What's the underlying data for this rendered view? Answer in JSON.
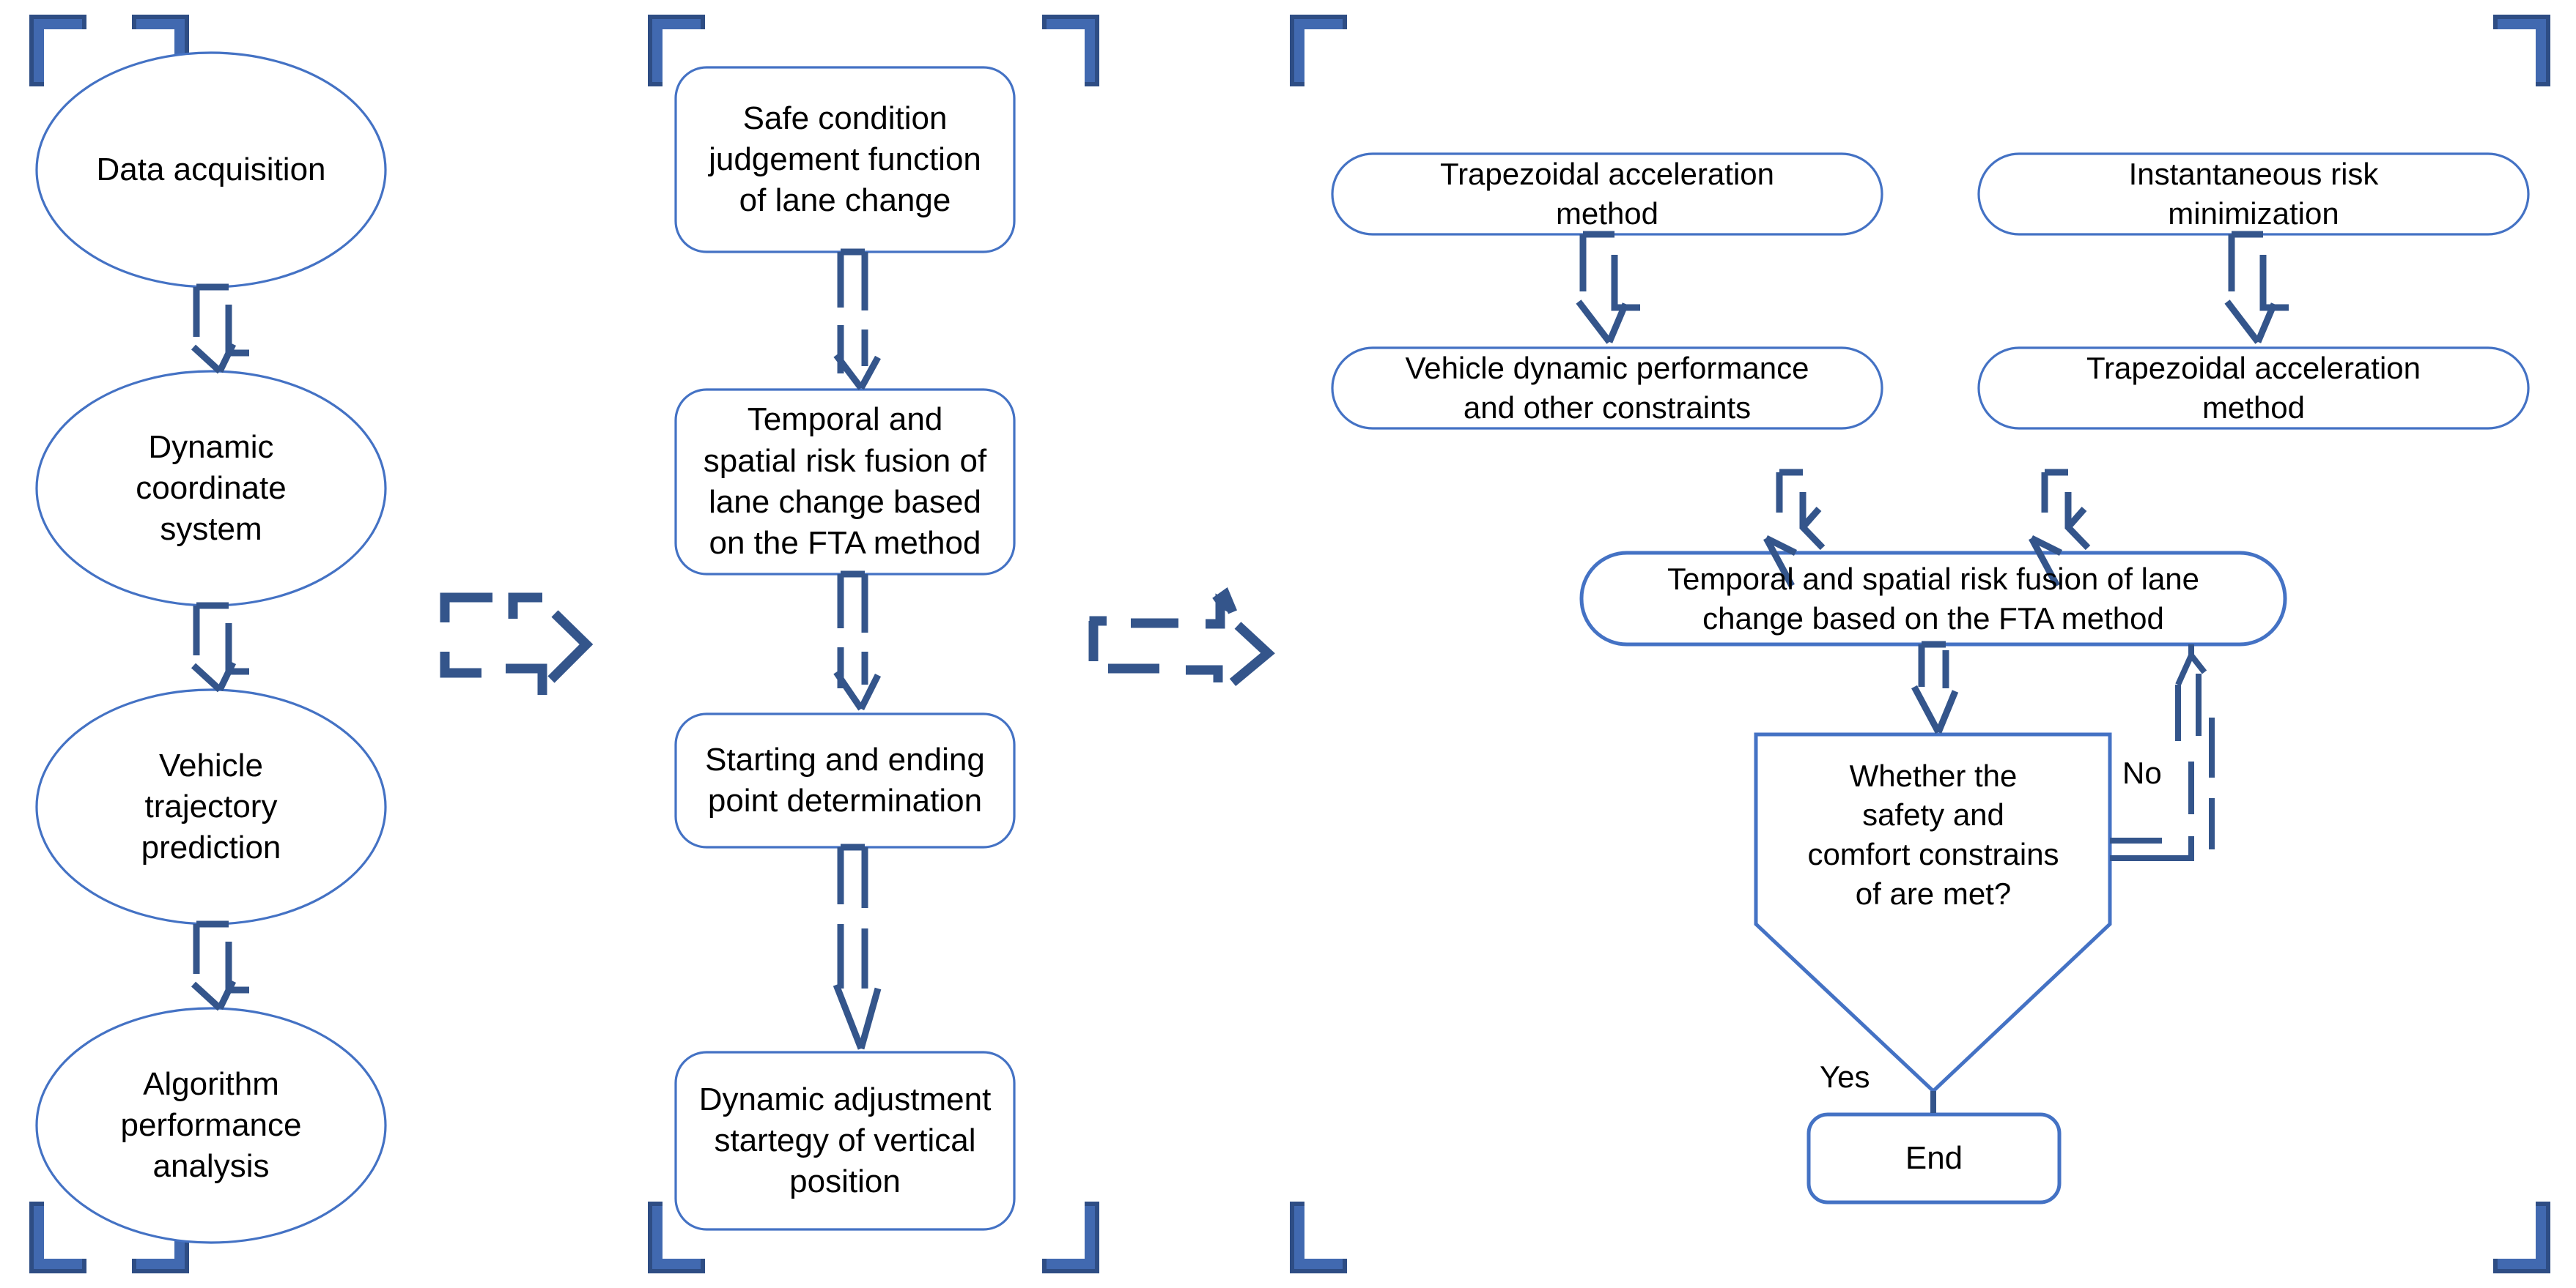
{
  "diagram": {
    "title": "Lane change trajectory planning flowchart",
    "colors": {
      "shape_stroke": "#4472C4",
      "arrow": "#34558B",
      "bracket_outer": "#2E4D84",
      "bracket_inner": "#4169B0",
      "text": "#000000",
      "background": "#FFFFFF"
    },
    "panels": [
      {
        "id": "panel-left",
        "name": "left-panel"
      },
      {
        "id": "panel-middle",
        "name": "middle-panel"
      },
      {
        "id": "panel-right",
        "name": "right-panel"
      }
    ],
    "left_column": {
      "nodes": [
        {
          "id": "data-acquisition",
          "shape": "ellipse",
          "label": "Data acquisition"
        },
        {
          "id": "dynamic-coordinate",
          "shape": "ellipse",
          "label": "Dynamic\ncoordinate\nsystem"
        },
        {
          "id": "trajectory-prediction",
          "shape": "ellipse",
          "label": "Vehicle\ntrajectory\nprediction"
        },
        {
          "id": "algorithm-analysis",
          "shape": "ellipse",
          "label": "Algorithm\nperformance\nanalysis"
        }
      ]
    },
    "middle_column": {
      "nodes": [
        {
          "id": "safe-condition",
          "shape": "rounded-rect",
          "label": "Safe condition\njudgement function\nof lane change"
        },
        {
          "id": "fta-fusion-mid",
          "shape": "rounded-rect",
          "label": "Temporal and\nspatial risk fusion of\nlane change based\non the FTA method"
        },
        {
          "id": "start-end-point",
          "shape": "rounded-rect",
          "label": "Starting and ending\npoint determination"
        },
        {
          "id": "dynamic-adjust",
          "shape": "rounded-rect",
          "label": "Dynamic adjustment\nstartegy of vertical\nposition"
        }
      ]
    },
    "right_column": {
      "nodes": [
        {
          "id": "trapezoidal-left",
          "shape": "pill",
          "label": "Trapezoidal acceleration\nmethod"
        },
        {
          "id": "vehicle-dynamic",
          "shape": "pill",
          "label": "Vehicle dynamic performance\nand other constraints"
        },
        {
          "id": "instantaneous-risk",
          "shape": "pill",
          "label": "Instantaneous risk\nminimization"
        },
        {
          "id": "trapezoidal-right",
          "shape": "pill",
          "label": "Trapezoidal acceleration\nmethod"
        },
        {
          "id": "fta-fusion-right",
          "shape": "pill",
          "label": "Temporal and spatial risk fusion of lane\nchange based on the FTA method"
        },
        {
          "id": "decision",
          "shape": "pentagon",
          "label": "Whether the\nsafety and\ncomfort constrains\nof are met?"
        },
        {
          "id": "end",
          "shape": "rounded-rect",
          "label": "End"
        }
      ],
      "edge_labels": {
        "no": "No",
        "yes": "Yes"
      }
    },
    "connectors": [
      {
        "id": "connector-1",
        "from": "left-panel",
        "to": "middle-panel",
        "style": "dashed-block-arrow",
        "direction": "right"
      },
      {
        "id": "connector-2",
        "from": "middle-panel",
        "to": "right-panel",
        "style": "dashed-block-arrow",
        "direction": "right"
      }
    ]
  }
}
